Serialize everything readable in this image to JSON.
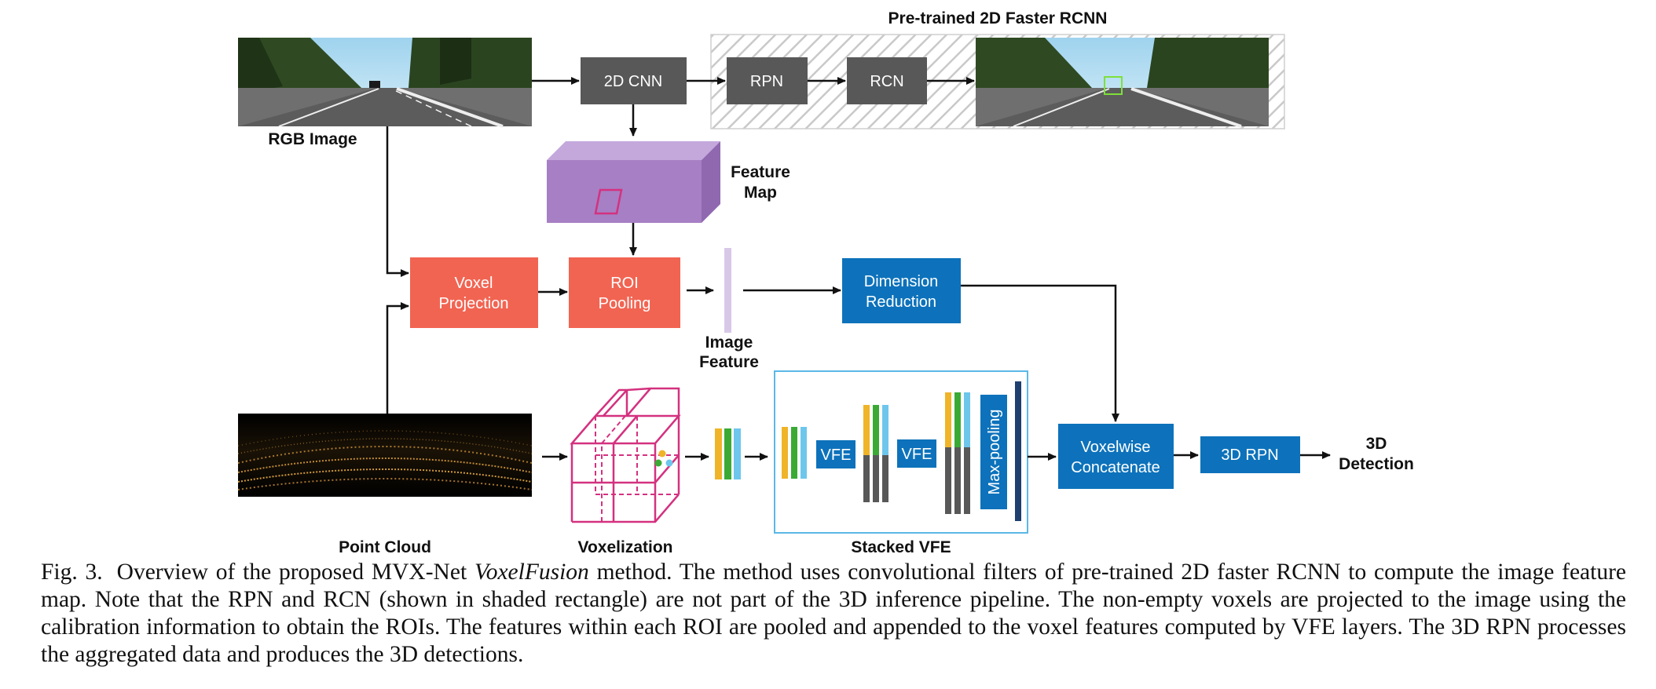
{
  "diagram": {
    "title": "Pre-trained 2D Faster RCNN",
    "labels": {
      "rgb_image": "RGB Image",
      "feature_map_1": "Feature",
      "feature_map_2": "Map",
      "image_feature_1": "Image",
      "image_feature_2": "Feature",
      "point_cloud": "Point Cloud",
      "voxelization": "Voxelization",
      "stacked_vfe": "Stacked VFE",
      "detection_1": "3D",
      "detection_2": "Detection"
    },
    "boxes": {
      "cnn_2d": "2D CNN",
      "rpn": "RPN",
      "rcn": "RCN",
      "voxel_projection_1": "Voxel",
      "voxel_projection_2": "Projection",
      "roi_pooling_1": "ROI",
      "roi_pooling_2": "Pooling",
      "dimension_reduction_1": "Dimension",
      "dimension_reduction_2": "Reduction",
      "vfe_1": "VFE",
      "vfe_2": "VFE",
      "max_pooling": "Max-pooling",
      "voxelwise_concat_1": "Voxelwise",
      "voxelwise_concat_2": "Concatenate",
      "rpn_3d": "3D RPN"
    },
    "colors": {
      "dark_gray": "#585858",
      "coral": "#f26452",
      "blue": "#0d72bb",
      "purple": "#a77fc4",
      "magenta": "#d4317f",
      "light_purple": "#d8c8e8",
      "yellow": "#f0b429",
      "green": "#3aaa35",
      "light_blue": "#6ec6ec",
      "hatch": "#c8c8c8"
    }
  },
  "caption": {
    "fig_label": "Fig. 3.",
    "text_before": "Overview of the proposed MVX-Net",
    "method_name": "VoxelFusion",
    "text_after": "method. The method uses convolutional filters of pre-trained 2D faster RCNN to compute the image feature map. Note that the RPN and RCN (shown in shaded rectangle) are not part of the 3D inference pipeline. The non-empty voxels are projected to the image using the calibration information to obtain the ROIs. The features within each ROI are pooled and appended to the voxel features computed by VFE layers. The 3D RPN processes the aggregated data and produces the 3D detections."
  }
}
